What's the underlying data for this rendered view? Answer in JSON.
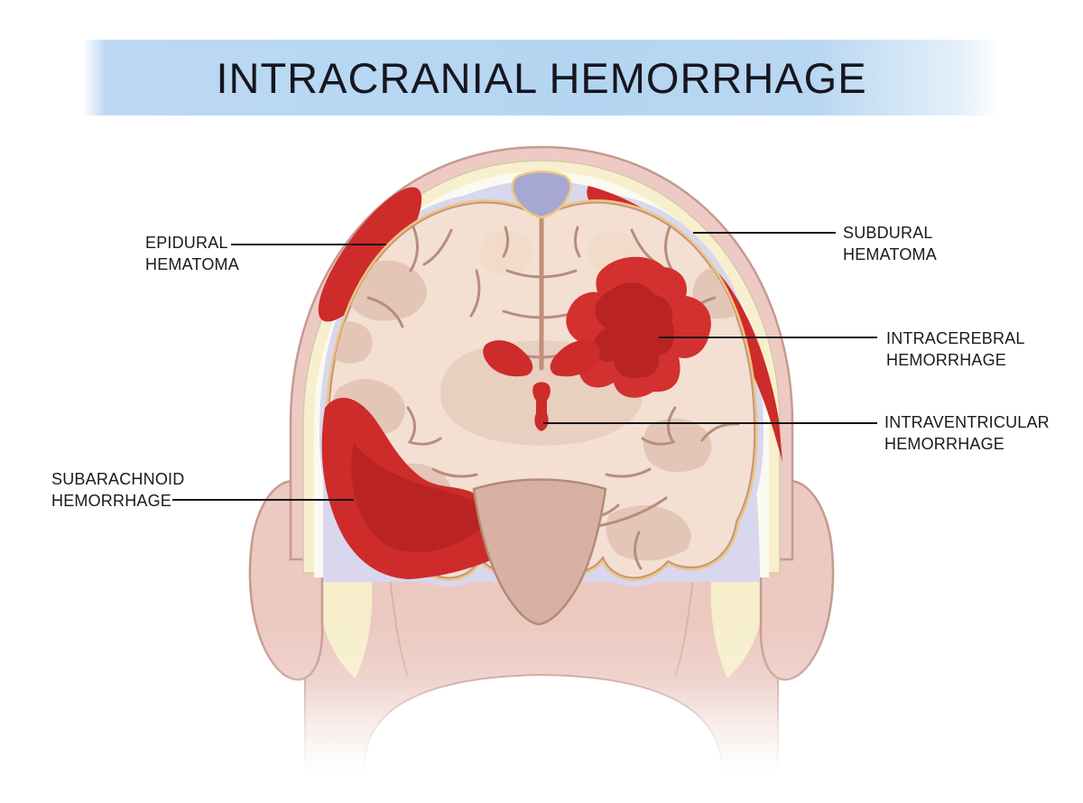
{
  "title": {
    "text": "INTRACRANIAL HEMORRHAGE"
  },
  "diagram": {
    "labels": [
      {
        "id": "epidural-hematoma",
        "line1": "EPIDURAL",
        "line2": "HEMATOMA"
      },
      {
        "id": "subdural-hematoma",
        "line1": "SUBDURAL",
        "line2": "HEMATOMA"
      },
      {
        "id": "intracerebral-hemorrhage",
        "line1": "INTRACEREBRAL",
        "line2": "HEMORRHAGE"
      },
      {
        "id": "intraventricular-hemorrhage",
        "line1": "INTRAVENTRICULAR",
        "line2": "HEMORRHAGE"
      },
      {
        "id": "subarachnoid-hemorrhage",
        "line1": "SUBARACHNOID",
        "line2": "HEMORRHAGE"
      }
    ],
    "colors": {
      "banner_blue": "#b5d6f1",
      "title_text": "#16161f",
      "label_text": "#1a1a1a",
      "leader_line": "#151515",
      "blood_red": "#ce2b2b",
      "blood_red_dark": "#ba2323",
      "skin_pink": "#edcbc4",
      "skull_bone_cream": "#f8efcf",
      "csf_lavender": "#d8d7ee",
      "dura_yellow": "#f0c67c",
      "brain_base": "#f4dfd3",
      "brain_gyri": "#e4c6b7",
      "sulci_brown": "#b98d7c",
      "sinus_purple": "#a7a7d3",
      "brainstem_tan": "#d9b1a2"
    }
  }
}
